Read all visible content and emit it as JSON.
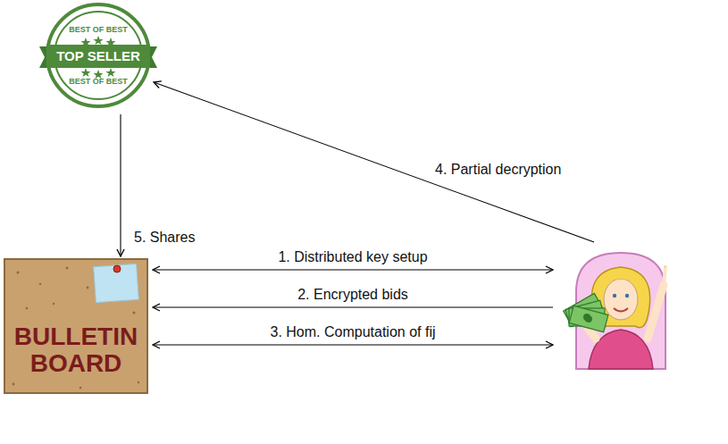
{
  "diagram": {
    "nodes": [
      {
        "text": [
          "BEST OF BEST",
          "TOP SELLER",
          "BEST OF BEST"
        ]
      },
      {
        "text": [
          "BULLETIN BOARD"
        ]
      },
      {
        "text": []
      }
    ],
    "edges": [
      {
        "from": 1,
        "to": 2,
        "arrow": "both",
        "label": "1. Distributed key setup"
      },
      {
        "from": 2,
        "to": 1,
        "arrow": "to",
        "label": "2. Encrypted bids"
      },
      {
        "from": 1,
        "to": 2,
        "arrow": "both",
        "label": "3. Hom. Computation of fij"
      },
      {
        "from": 2,
        "to": 0,
        "arrow": "to",
        "label": "4. Partial decryption"
      },
      {
        "from": 0,
        "to": 1,
        "arrow": "to",
        "label": "5. Shares"
      }
    ]
  }
}
